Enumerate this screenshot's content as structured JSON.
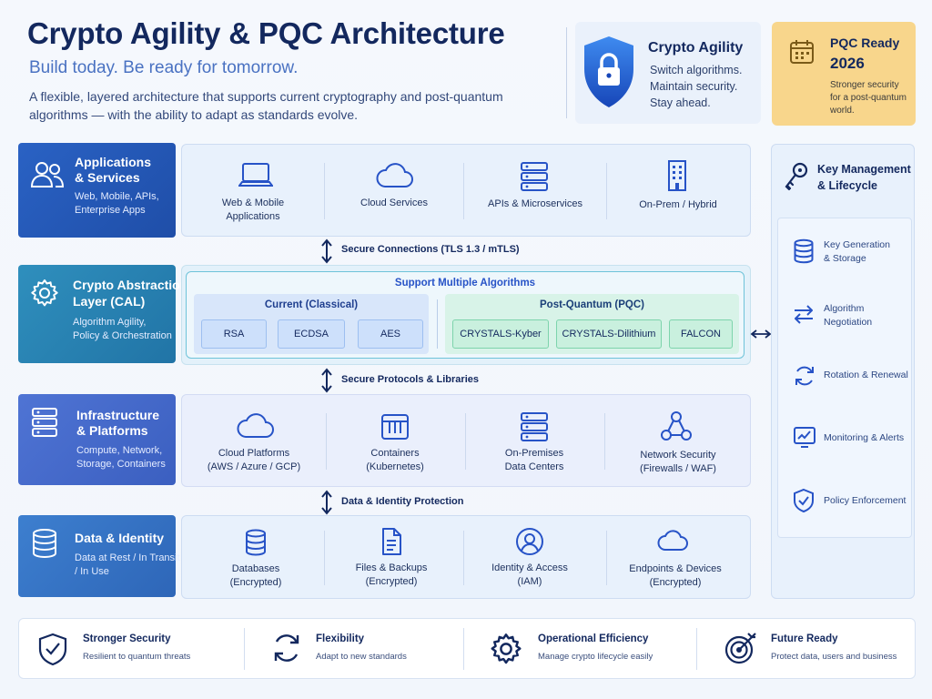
{
  "header": {
    "title": "Crypto Agility & PQC Architecture",
    "subtitle": "Build today. Be ready for tomorrow.",
    "description": "A flexible, layered architecture that supports current cryptography and post-quantum algorithms — with the ability to adapt as standards evolve."
  },
  "agility": {
    "title": "Crypto Agility",
    "lines": [
      "Switch algorithms.",
      "Maintain security.",
      "Stay ahead."
    ]
  },
  "pqc_ready": {
    "title": "PQC Ready",
    "year": "2026",
    "lines": [
      "Stronger security",
      "for a post-quantum",
      "world."
    ]
  },
  "layers": [
    {
      "title": [
        "Applications",
        "& Services"
      ],
      "desc": [
        "Web, Mobile, APIs,",
        "Enterprise Apps"
      ],
      "items": [
        {
          "icon": "laptop-icon",
          "label": [
            "Web & Mobile",
            "Applications"
          ]
        },
        {
          "icon": "cloud-icon",
          "label": [
            "Cloud Services"
          ]
        },
        {
          "icon": "server-icon",
          "label": [
            "APIs & Microservices"
          ]
        },
        {
          "icon": "building-icon",
          "label": [
            "On-Prem / Hybrid"
          ]
        }
      ]
    },
    {
      "title": [
        "Crypto Abstraction",
        "Layer (CAL)"
      ],
      "desc": [
        "Algorithm Agility,",
        "Policy & Orchestration"
      ]
    },
    {
      "title": [
        "Infrastructure",
        "& Platforms"
      ],
      "desc": [
        "Compute, Network,",
        "Storage, Containers"
      ],
      "items": [
        {
          "icon": "cloud-icon",
          "label": [
            "Cloud Platforms",
            "(AWS / Azure / GCP)"
          ]
        },
        {
          "icon": "container-icon",
          "label": [
            "Containers",
            "(Kubernetes)"
          ]
        },
        {
          "icon": "server-icon",
          "label": [
            "On-Premises",
            "Data Centers"
          ]
        },
        {
          "icon": "network-icon",
          "label": [
            "Network Security",
            "(Firewalls / WAF)"
          ]
        }
      ]
    },
    {
      "title": [
        "Data & Identity"
      ],
      "desc": [
        "Data at Rest / In Transit",
        "/ In Use"
      ],
      "items": [
        {
          "icon": "database-icon",
          "label": [
            "Databases",
            "(Encrypted)"
          ]
        },
        {
          "icon": "file-icon",
          "label": [
            "Files & Backups",
            "(Encrypted)"
          ]
        },
        {
          "icon": "user-icon",
          "label": [
            "Identity & Access",
            "(IAM)"
          ]
        },
        {
          "icon": "cloud-icon",
          "label": [
            "Endpoints & Devices",
            "(Encrypted)"
          ]
        }
      ]
    }
  ],
  "connectors": [
    "Secure Connections (TLS 1.3 / mTLS)",
    "Secure Protocols & Libraries",
    "Data & Identity Protection"
  ],
  "cal": {
    "header": "Support Multiple Algorithms",
    "classical": {
      "title": "Current (Classical)",
      "algos": [
        "RSA",
        "ECDSA",
        "AES"
      ]
    },
    "pqc": {
      "title": "Post-Quantum (PQC)",
      "algos": [
        "CRYSTALS-Kyber",
        "CRYSTALS-Dilithium",
        "FALCON"
      ]
    }
  },
  "key_management": {
    "title": [
      "Key Management",
      "& Lifecycle"
    ],
    "items": [
      {
        "icon": "database-icon",
        "label": [
          "Key Generation",
          "& Storage"
        ]
      },
      {
        "icon": "swap-icon",
        "label": [
          "Algorithm",
          "Negotiation"
        ]
      },
      {
        "icon": "refresh-icon",
        "label": [
          "Rotation & Renewal"
        ]
      },
      {
        "icon": "monitor-chart-icon",
        "label": [
          "Monitoring & Alerts"
        ]
      },
      {
        "icon": "shield-check-icon",
        "label": [
          "Policy Enforcement"
        ]
      }
    ]
  },
  "benefits": [
    {
      "icon": "shield-check-icon",
      "title": "Stronger Security",
      "sub": "Resilient to quantum threats"
    },
    {
      "icon": "refresh-icon",
      "title": "Flexibility",
      "sub": "Adapt to new standards"
    },
    {
      "icon": "gear-icon",
      "title": "Operational Efficiency",
      "sub": "Manage crypto lifecycle easily"
    },
    {
      "icon": "target-icon",
      "title": "Future Ready",
      "sub": "Protect data, users and business"
    }
  ],
  "colors": {
    "layer1": "#2a5fbf",
    "layer2": "#2f8fb8",
    "layer3": "#4a6fcf",
    "layer4": "#3d79c8",
    "pqc_card": "#f8d68c",
    "accent": "#2753c7"
  }
}
